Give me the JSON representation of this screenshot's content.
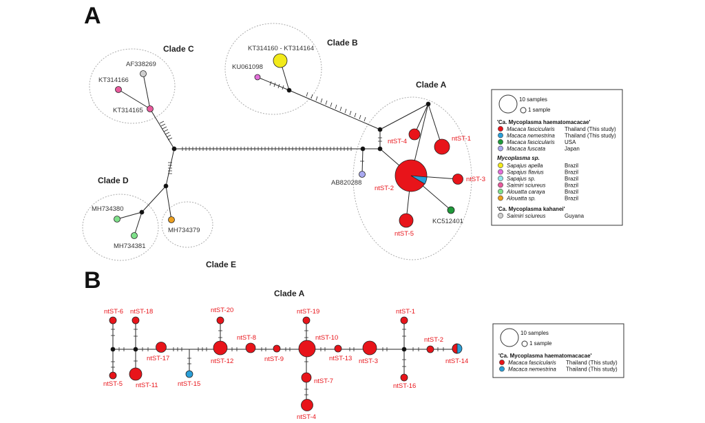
{
  "panels": {
    "a": "A",
    "b": "B"
  },
  "clades": {
    "a": "Clade A",
    "b": "Clade B",
    "c": "Clade C",
    "d": "Clade D",
    "e": "Clade E",
    "b_panel": "Clade A"
  },
  "nodes_a": {
    "kt314160": "KT314160 - KT314164",
    "ku061098": "KU061098",
    "af338269": "AF338269",
    "kt314166": "KT314166",
    "kt314165": "KT314165",
    "ab820288": "AB820288",
    "mh734380": "MH734380",
    "mh734381": "MH734381",
    "mh734379": "MH734379",
    "kc512401": "KC512401",
    "ntst1": "ntST-1",
    "ntst2": "ntST-2",
    "ntst3": "ntST-3",
    "ntst4": "ntST-4",
    "ntst5": "ntST-5"
  },
  "nodes_b": {
    "ntst6": "ntST-6",
    "ntst18": "ntST-18",
    "ntst5": "ntST-5",
    "ntst11": "ntST-11",
    "ntst17": "ntST-17",
    "ntst15": "ntST-15",
    "ntst20": "ntST-20",
    "ntst12": "ntST-12",
    "ntst8": "ntST-8",
    "ntst9": "ntST-9",
    "ntst19": "ntST-19",
    "ntst10": "ntST-10",
    "ntst7": "ntST-7",
    "ntst4": "ntST-4",
    "ntst13": "ntST-13",
    "ntst3": "ntST-3",
    "ntst1": "ntST-1",
    "ntst16": "ntST-16",
    "ntst2": "ntST-2",
    "ntst14": "ntST-14"
  },
  "legend_a": {
    "size_large": "10 samples",
    "size_small": "1 sample",
    "group1_title": "'Ca. Mycoplasma haematomacacae'",
    "group1": [
      {
        "species": "Macaca fascicularis",
        "country": "Thailand (This study)",
        "color": "#e8141a"
      },
      {
        "species": "Macaca nemestrina",
        "country": "Thailand (This study)",
        "color": "#2a9fd8"
      },
      {
        "species": "Macaca fascicularis",
        "country": "USA",
        "color": "#1f9a3a"
      },
      {
        "species": "Macaca fuscata",
        "country": "Japan",
        "color": "#a9a9f0"
      }
    ],
    "group2_title": "Mycoplasma sp.",
    "group2": [
      {
        "species": "Sapajus apella",
        "country": "Brazil",
        "color": "#f2ea1a"
      },
      {
        "species": "Sapajus flavius",
        "country": "Brazil",
        "color": "#e36fd9"
      },
      {
        "species": "Sapajus sp.",
        "country": "Brazil",
        "color": "#8fe7ee"
      },
      {
        "species": "Saimiri sciureus",
        "country": "Brazil",
        "color": "#e85a9c"
      },
      {
        "species": "Alouatta caraya",
        "country": "Brazil",
        "color": "#7fe08a"
      },
      {
        "species": "Alouatta sp.",
        "country": "Brazil",
        "color": "#eda020"
      }
    ],
    "group3_title": "'Ca. Mycoplasma kahanei'",
    "group3": [
      {
        "species": "Saimiri sciureus",
        "country": "Guyana",
        "color": "#cfcfcf"
      }
    ]
  },
  "legend_b": {
    "size_large": "10 samples",
    "size_small": "1 sample",
    "group1_title": "'Ca. Mycoplasma haematomacacae'",
    "group1": [
      {
        "species": "Macaca fascicularis",
        "country": "Thailand (This study)",
        "color": "#e8141a"
      },
      {
        "species": "Macaca nemestrina",
        "country": "Thailand (This study)",
        "color": "#2a9fd8"
      }
    ]
  }
}
